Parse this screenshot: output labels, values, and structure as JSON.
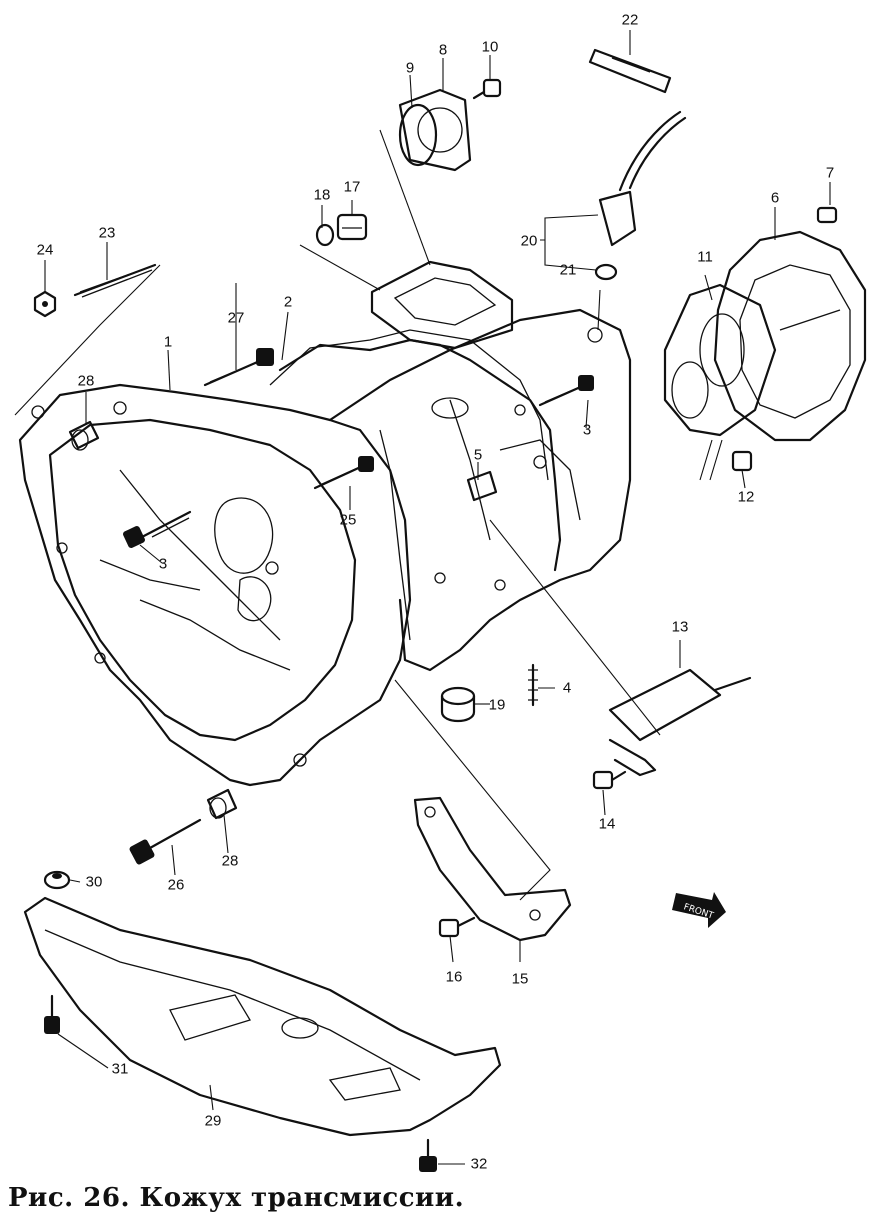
{
  "caption": "Рис. 26. Кожух трансмиссии.",
  "callouts": [
    {
      "id": "c1",
      "text": "1"
    },
    {
      "id": "c2",
      "text": "2"
    },
    {
      "id": "c3a",
      "text": "3"
    },
    {
      "id": "c3b",
      "text": "3"
    },
    {
      "id": "c4",
      "text": "4"
    },
    {
      "id": "c5",
      "text": "5"
    },
    {
      "id": "c6",
      "text": "6"
    },
    {
      "id": "c7",
      "text": "7"
    },
    {
      "id": "c8",
      "text": "8"
    },
    {
      "id": "c9",
      "text": "9"
    },
    {
      "id": "c10",
      "text": "10"
    },
    {
      "id": "c11",
      "text": "11"
    },
    {
      "id": "c12",
      "text": "12"
    },
    {
      "id": "c13",
      "text": "13"
    },
    {
      "id": "c14",
      "text": "14"
    },
    {
      "id": "c15",
      "text": "15"
    },
    {
      "id": "c16",
      "text": "16"
    },
    {
      "id": "c17",
      "text": "17"
    },
    {
      "id": "c18",
      "text": "18"
    },
    {
      "id": "c19",
      "text": "19"
    },
    {
      "id": "c20",
      "text": "20"
    },
    {
      "id": "c21",
      "text": "21"
    },
    {
      "id": "c22",
      "text": "22"
    },
    {
      "id": "c23",
      "text": "23"
    },
    {
      "id": "c24",
      "text": "24"
    },
    {
      "id": "c25",
      "text": "25"
    },
    {
      "id": "c26",
      "text": "26"
    },
    {
      "id": "c27",
      "text": "27"
    },
    {
      "id": "c28a",
      "text": "28"
    },
    {
      "id": "c28b",
      "text": "28"
    },
    {
      "id": "c29",
      "text": "29"
    },
    {
      "id": "c30",
      "text": "30"
    },
    {
      "id": "c31",
      "text": "31"
    },
    {
      "id": "c32",
      "text": "32"
    }
  ],
  "front_badge": "FRONT"
}
